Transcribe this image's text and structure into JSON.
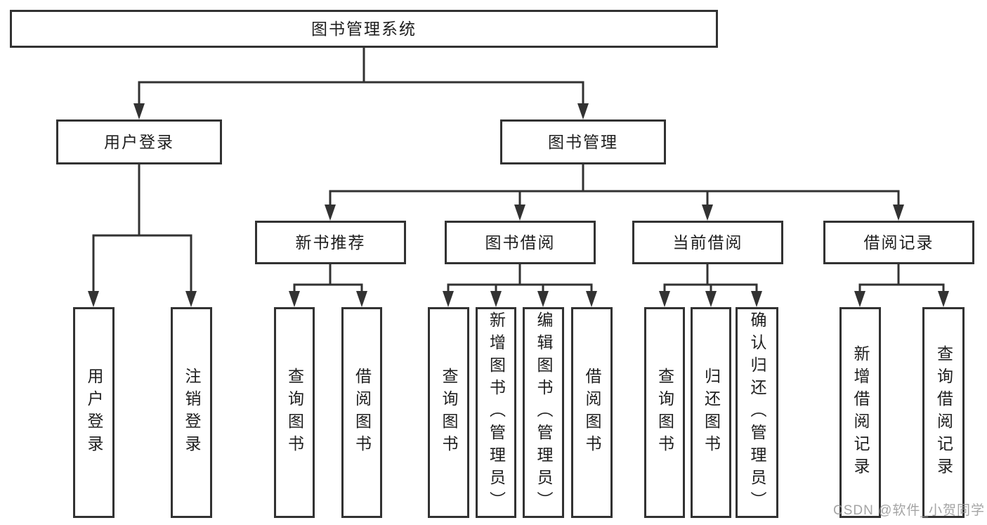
{
  "colors": {
    "line": "#323232",
    "box_border": "#323232",
    "text": "#1e1e1e",
    "background": "#ffffff",
    "watermark": "#949494"
  },
  "tree": {
    "root": {
      "label": "图书管理系统"
    },
    "branches": [
      {
        "label": "用户登录",
        "children": [
          {
            "label": "用户登录"
          },
          {
            "label": "注销登录"
          }
        ]
      },
      {
        "label": "图书管理",
        "children": [
          {
            "label": "新书推荐",
            "children": [
              {
                "label": "查询图书"
              },
              {
                "label": "借阅图书"
              }
            ]
          },
          {
            "label": "图书借阅",
            "children": [
              {
                "label": "查询图书"
              },
              {
                "label": "新增图书（管理员）"
              },
              {
                "label": "编辑图书（管理员）"
              },
              {
                "label": "借阅图书"
              }
            ]
          },
          {
            "label": "当前借阅",
            "children": [
              {
                "label": "查询图书"
              },
              {
                "label": "归还图书"
              },
              {
                "label": "确认归还（管理员）"
              }
            ]
          },
          {
            "label": "借阅记录",
            "children": [
              {
                "label": "新增借阅记录"
              },
              {
                "label": "查询借阅记录"
              }
            ]
          }
        ]
      }
    ]
  },
  "watermark": {
    "text": "CSDN @软件_小贺同学"
  }
}
